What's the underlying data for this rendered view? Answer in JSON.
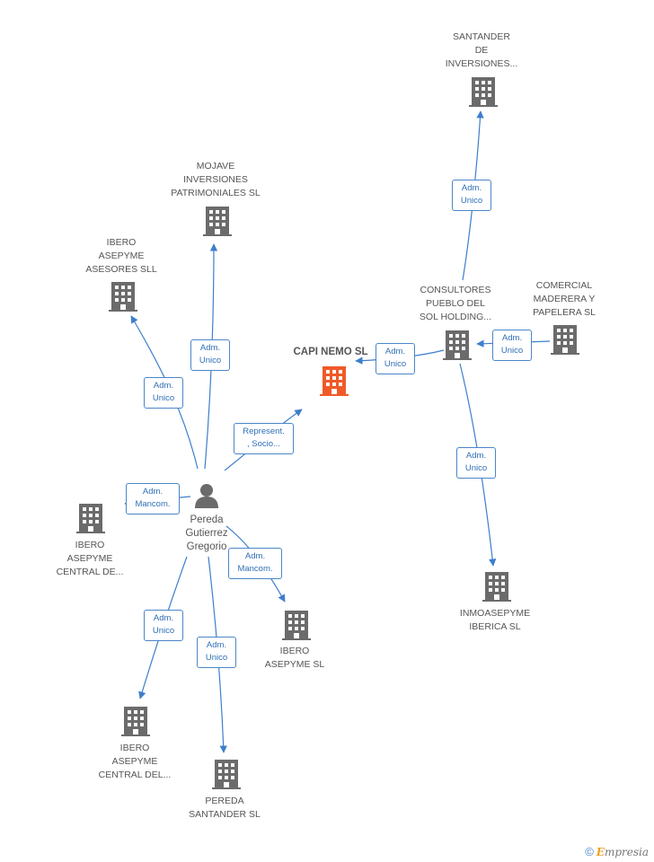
{
  "colors": {
    "edge": "#3d7fcc",
    "building": "#6b6b6b",
    "building_main": "#f05a28",
    "label_border": "#4a86c8",
    "label_text": "#2f6fb5"
  },
  "nodes": {
    "capi_nemo": {
      "lines": [
        "CAPI NEMO SL"
      ],
      "icon": "building-icon-highlight"
    },
    "santander_inversiones": {
      "lines": [
        "SANTANDER",
        "DE",
        "INVERSIONES..."
      ],
      "icon": "building-icon"
    },
    "mojave": {
      "lines": [
        "MOJAVE",
        "INVERSIONES",
        "PATRIMONIALES SL"
      ],
      "icon": "building-icon"
    },
    "ibero_asesores": {
      "lines": [
        "IBERO",
        "ASEPYME",
        "ASESORES SLL"
      ],
      "icon": "building-icon"
    },
    "consultores": {
      "lines": [
        "CONSULTORES",
        "PUEBLO DEL",
        "SOL HOLDING..."
      ],
      "icon": "building-icon"
    },
    "comercial": {
      "lines": [
        "COMERCIAL",
        "MADERERA Y",
        "PAPELERA SL"
      ],
      "icon": "building-icon"
    },
    "ibero_central_de": {
      "lines": [
        "IBERO",
        "ASEPYME",
        "CENTRAL DE..."
      ],
      "icon": "building-icon"
    },
    "pereda_person": {
      "lines": [
        "Pereda",
        "Gutierrez",
        "Gregorio"
      ],
      "icon": "person-icon"
    },
    "inmoasepyme": {
      "lines": [
        "INMOASEPYME",
        "IBERICA SL"
      ],
      "icon": "building-icon"
    },
    "ibero_asepyme_sl": {
      "lines": [
        "IBERO",
        "ASEPYME SL"
      ],
      "icon": "building-icon"
    },
    "ibero_central_del": {
      "lines": [
        "IBERO",
        "ASEPYME",
        "CENTRAL DEL..."
      ],
      "icon": "building-icon"
    },
    "pereda_santander": {
      "lines": [
        "PEREDA",
        "SANTANDER SL"
      ],
      "icon": "building-icon"
    }
  },
  "edges": [
    {
      "id": "consultores-santander",
      "lines": [
        "Adm.",
        "Unico"
      ]
    },
    {
      "id": "pereda-mojave",
      "lines": [
        "Adm.",
        "Unico"
      ]
    },
    {
      "id": "pereda-ibero-asesores",
      "lines": [
        "Adm.",
        "Unico"
      ]
    },
    {
      "id": "pereda-capi",
      "lines": [
        "Represent.",
        ", Socio..."
      ]
    },
    {
      "id": "consultores-capi",
      "lines": [
        "Adm.",
        "Unico"
      ]
    },
    {
      "id": "comercial-consultores",
      "lines": [
        "Adm.",
        "Unico"
      ]
    },
    {
      "id": "pereda-ibero-central-de",
      "lines": [
        "Adm.",
        "Mancom."
      ]
    },
    {
      "id": "pereda-ibero-asepyme-sl",
      "lines": [
        "Adm.",
        "Mancom."
      ]
    },
    {
      "id": "consultores-inmoasepyme",
      "lines": [
        "Adm.",
        "Unico"
      ]
    },
    {
      "id": "pereda-ibero-central-del",
      "lines": [
        "Adm.",
        "Unico"
      ]
    },
    {
      "id": "pereda-pereda-santander",
      "lines": [
        "Adm.",
        "Unico"
      ]
    }
  ],
  "footer": {
    "copyright": "©",
    "brand_initial": "E",
    "brand_rest": "mpresia"
  }
}
